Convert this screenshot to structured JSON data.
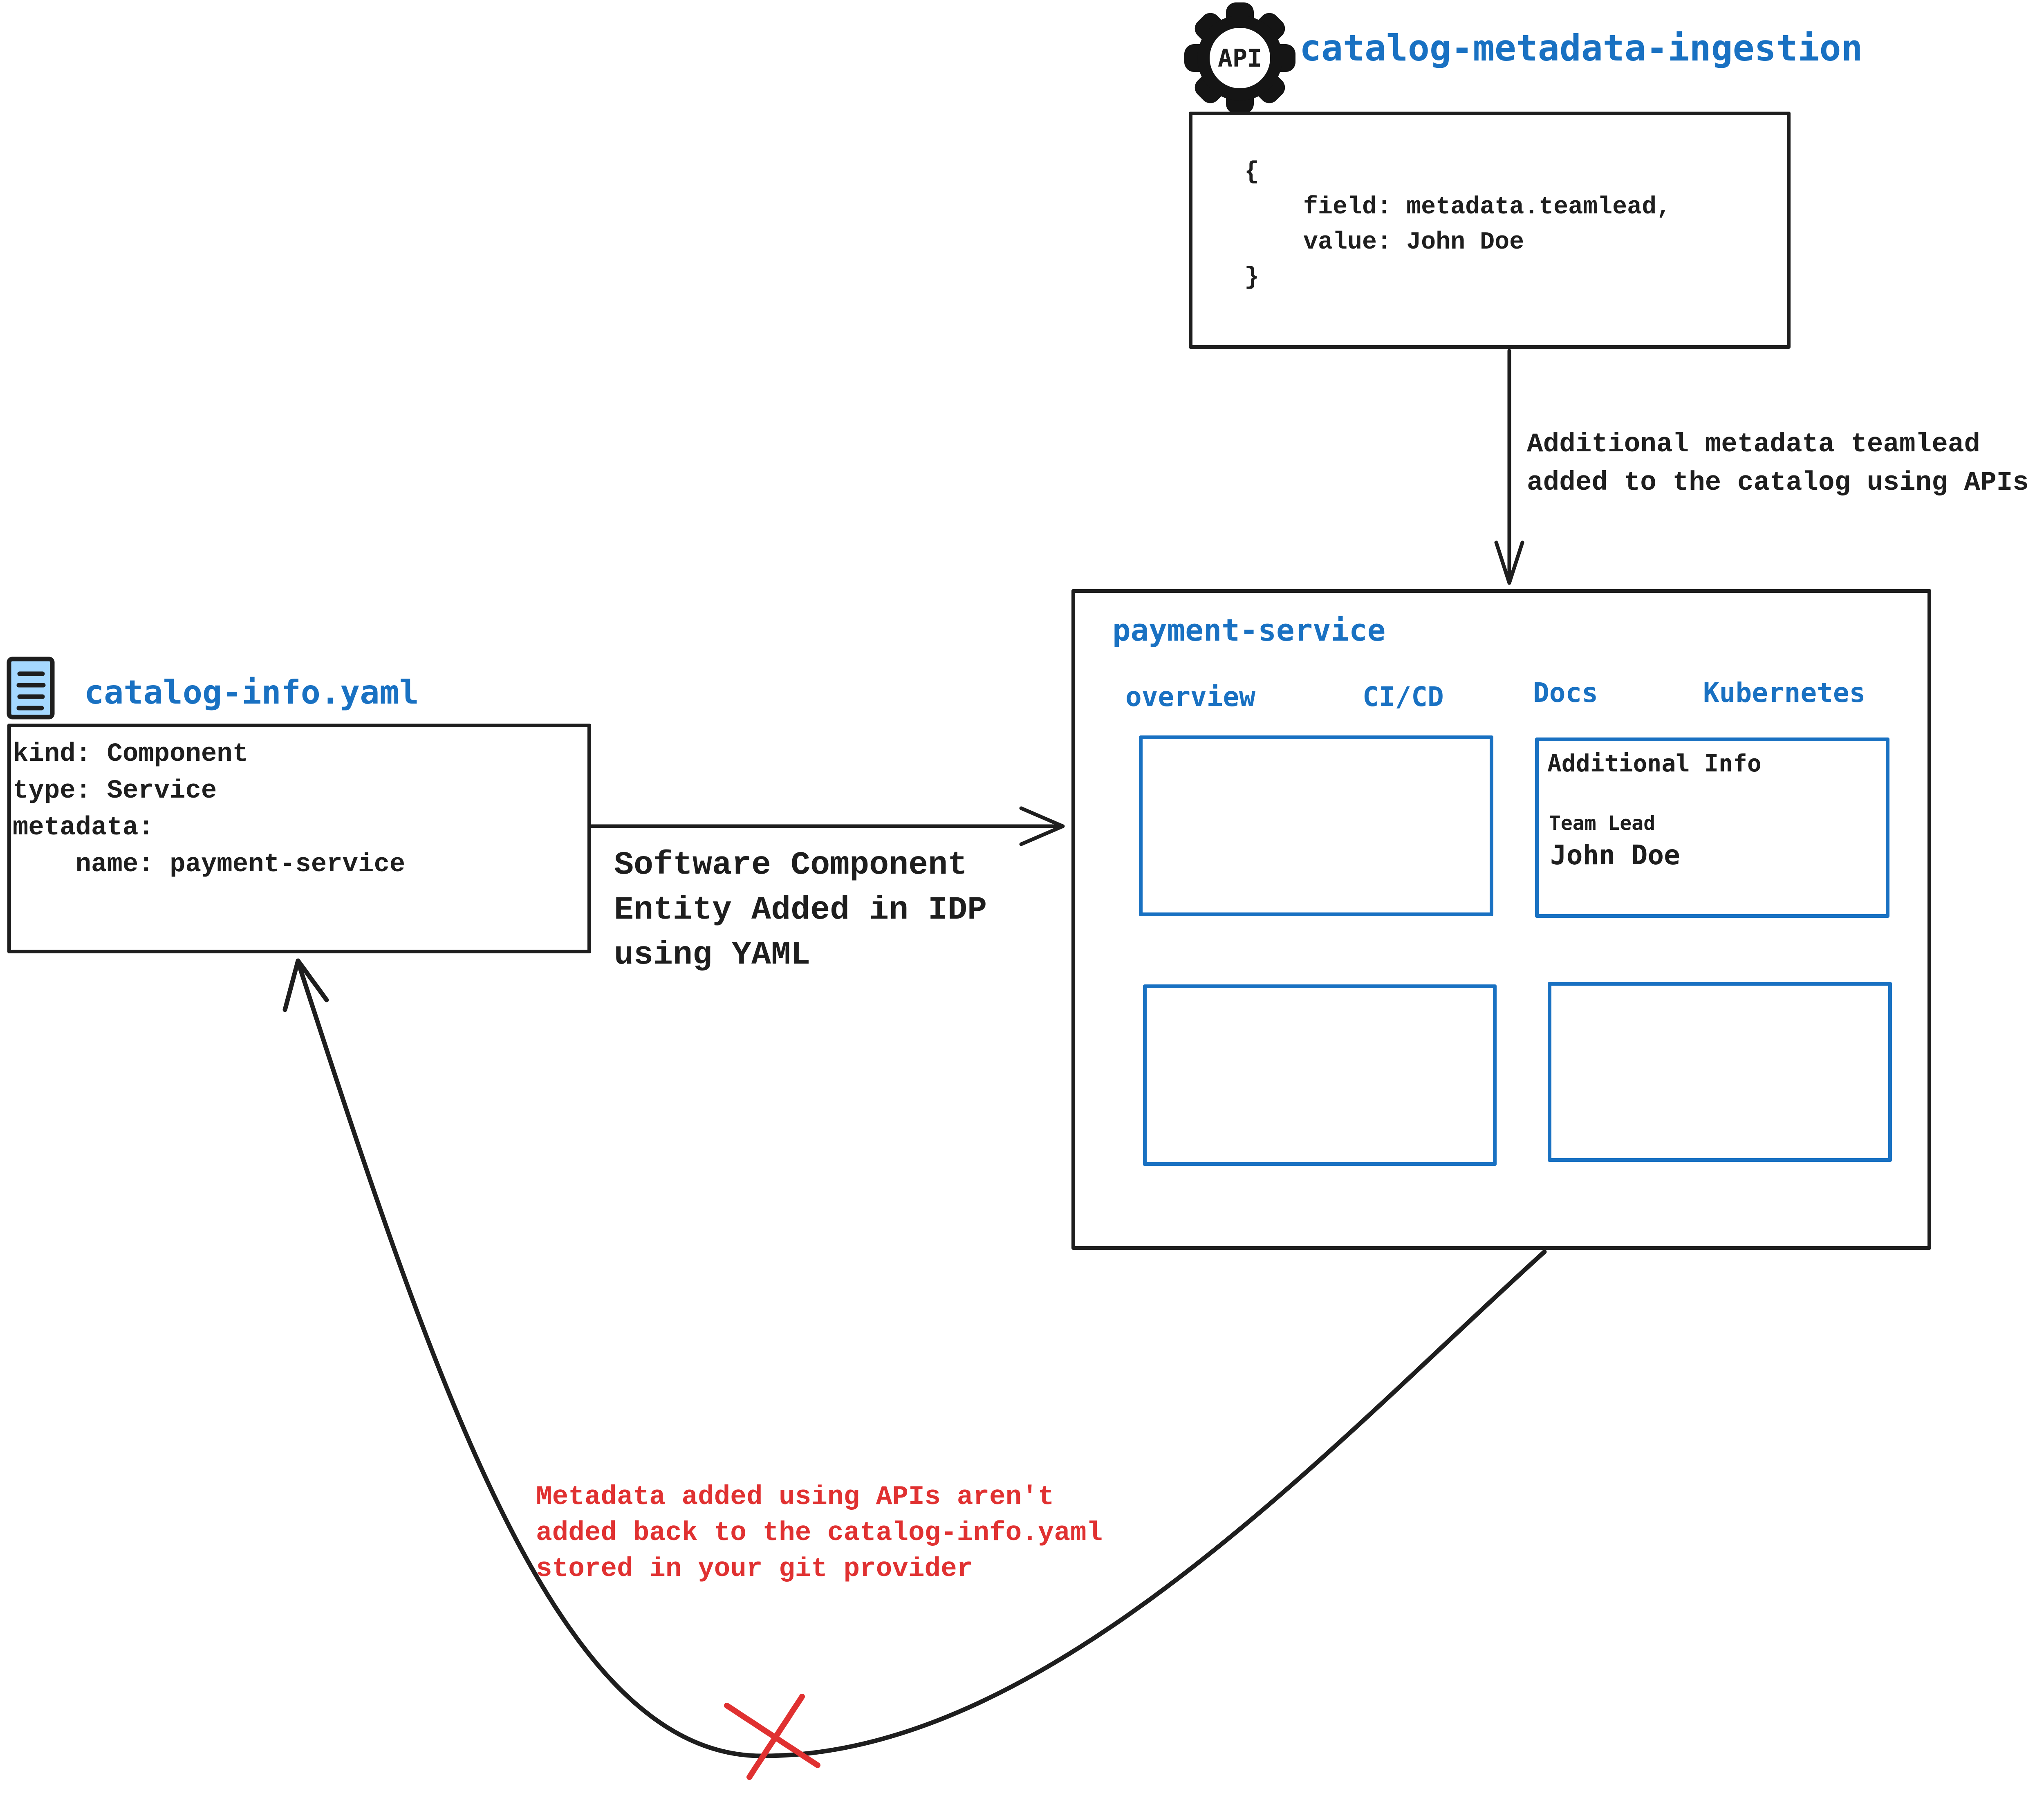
{
  "colors": {
    "accent_blue": "#1971c2",
    "ink_black": "#1e1e1e",
    "warning_red": "#e03131",
    "file_icon_fill": "#a5d8ff"
  },
  "api_component": {
    "icon_label": "API",
    "title": "catalog-metadata-ingestion",
    "code": "{\n    field: metadata.teamlead,\n    value: John Doe\n}"
  },
  "api_arrow_annotation": "Additional metadata teamlead\nadded to the catalog using APIs",
  "idp_panel": {
    "title": "payment-service",
    "tabs": [
      "overview",
      "CI/CD",
      "Docs",
      "Kubernetes"
    ],
    "docs_card": {
      "heading": "Additional Info",
      "field_label": "Team Lead",
      "field_value": "John Doe"
    }
  },
  "yaml_file": {
    "title": "catalog-info.yaml",
    "code": "kind: Component\ntype: Service\nmetadata:\n    name: payment-service"
  },
  "yaml_arrow_annotation": "Software Component\nEntity Added in IDP\nusing YAML",
  "feedback_annotation": "Metadata added using APIs aren't\nadded back to the catalog-info.yaml\nstored in your git provider"
}
